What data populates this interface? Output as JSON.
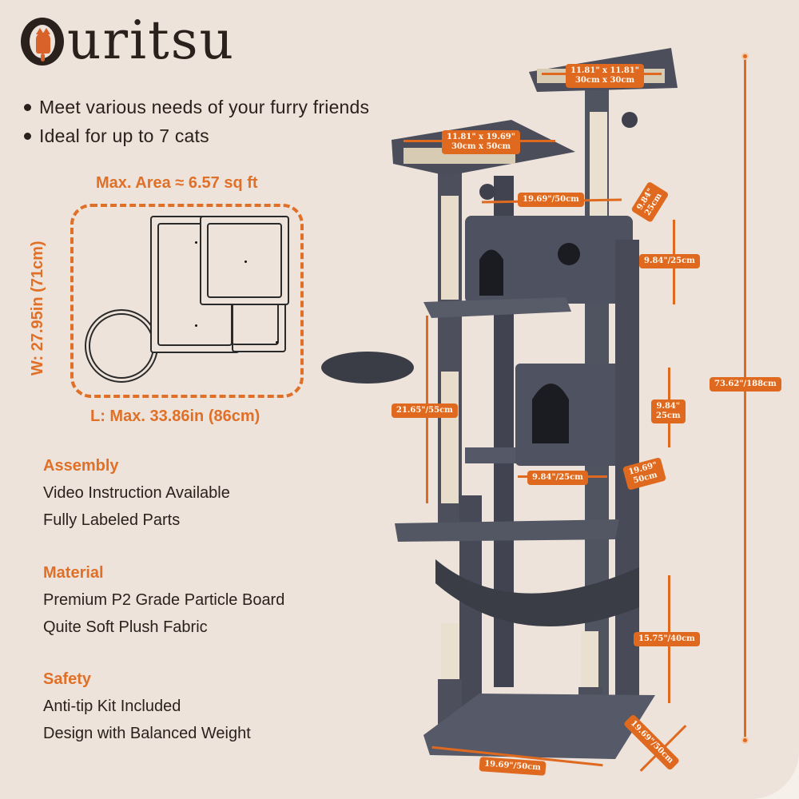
{
  "brand": {
    "name": "uritsu",
    "logo_letter": "Q",
    "full_name": "Quritsu",
    "accent_color": "#e07028"
  },
  "bullets": [
    "Meet various needs of your furry friends",
    "Ideal for up to 7 cats"
  ],
  "footprint": {
    "title": "Max. Area ≈ 6.57 sq ft",
    "width_label": "W: 27.95in (71cm)",
    "length_label": "L: Max. 33.86in (86cm)"
  },
  "sections": [
    {
      "title": "Assembly",
      "lines": [
        "Video Instruction Available",
        "Fully Labeled Parts"
      ]
    },
    {
      "title": "Material",
      "lines": [
        "Premium P2 Grade Particle Board",
        "Quite Soft Plush Fabric"
      ]
    },
    {
      "title": "Safety",
      "lines": [
        "Anti-tip Kit Included",
        "Design with Balanced Weight"
      ]
    }
  ],
  "dimensions": {
    "top_perch": "11.81\" x 11.81\"\n30cm x 30cm",
    "top_perch_in": "11.81\" x 11.81\"",
    "top_perch_cm": "30cm x 30cm",
    "second_perch_in": "11.81\" x 19.69\"",
    "second_perch_cm": "30cm x 50cm",
    "upper_condo_width": "19.69\"/50cm",
    "upper_condo_depth_in": "9.84\"",
    "upper_condo_depth_cm": "25cm",
    "upper_condo_height": "9.84\"/25cm",
    "basket_height": "21.65\"/55cm",
    "lower_condo_height_in": "9.84\"",
    "lower_condo_height_cm": "25cm",
    "lower_condo_width": "9.84\"/25cm",
    "lower_condo_depth_in": "19.69\"",
    "lower_condo_depth_cm": "50cm",
    "total_height": "73.62\"/188cm",
    "hammock_height": "15.75\"/40cm",
    "base_width": "19.69\"/50cm",
    "base_depth": "19.69\"/50cm"
  }
}
